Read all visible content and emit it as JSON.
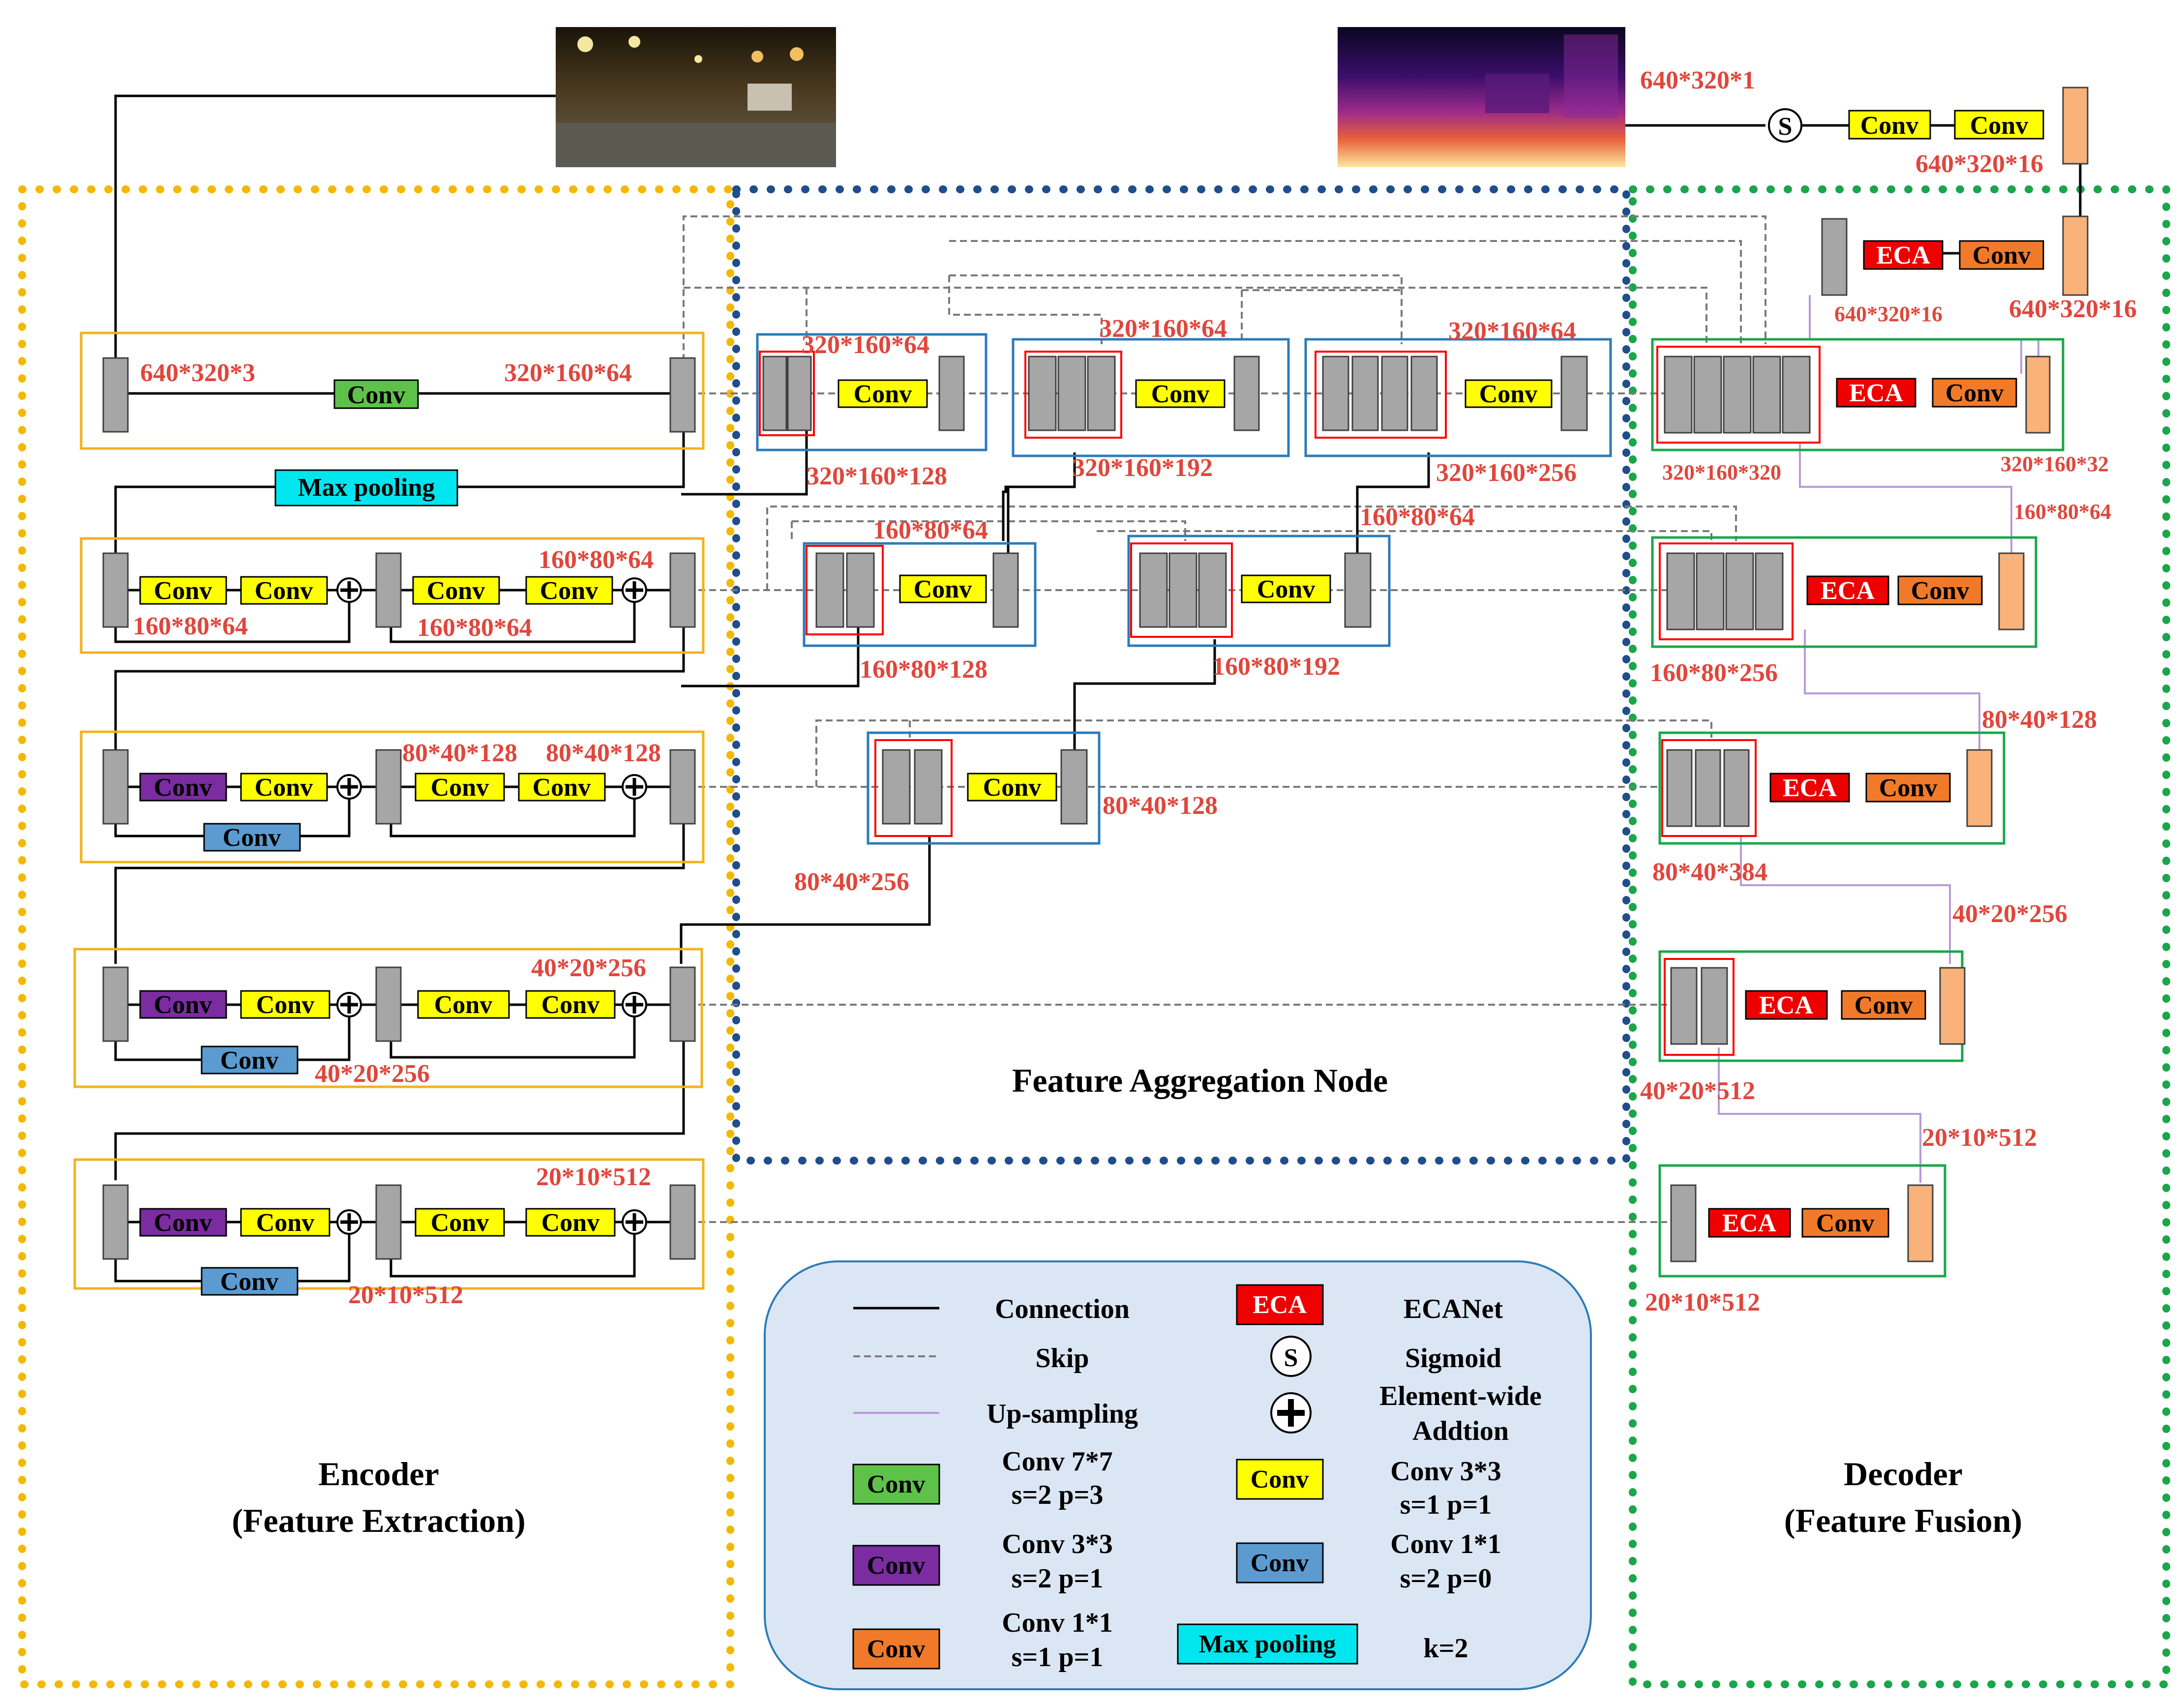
{
  "sections": {
    "encoder_title": "Encoder",
    "encoder_subtitle": "(Feature Extraction)",
    "aggregation_title": "Feature Aggregation Node",
    "decoder_title": "Decoder",
    "decoder_subtitle": "(Feature Fusion)"
  },
  "blocks": {
    "conv": "Conv",
    "eca": "ECA",
    "max_pooling": "Max pooling",
    "sigmoid": "S"
  },
  "dims": {
    "input": "640*320*3",
    "output": "640*320*1",
    "out16a": "640*320*16",
    "out16b": "640*320*16",
    "out16c": "640*320*16",
    "e0_in": "640*320*3",
    "e0_out": "320*160*64",
    "e1_a": "160*80*64",
    "e1_b": "160*80*64",
    "e1_out": "160*80*64",
    "e2_a": "80*40*128",
    "e2_b": "80*40*128",
    "e3_out": "40*20*256",
    "e3_b": "40*20*256",
    "e4_out": "20*10*512",
    "e4_b": "20*10*512",
    "a1_top": "320*160*64",
    "a1_bot": "320*160*128",
    "a2_top": "320*160*64",
    "a2_bot": "320*160*192",
    "a3_top": "320*160*64",
    "a3_bot": "320*160*256",
    "b1_top": "160*80*64",
    "b1_bot": "160*80*128",
    "b2_top": "160*80*64",
    "b2_bot": "160*80*192",
    "c1_right": "80*40*128",
    "c1_bot": "80*40*256",
    "d1_in": "320*160*320",
    "d1_out": "320*160*32",
    "d2_up": "160*80*64",
    "d2_in": "160*80*256",
    "d3_up": "80*40*128",
    "d3_in": "80*40*384",
    "d4_up": "40*20*256",
    "d4_in": "40*20*512",
    "d5_up": "20*10*512",
    "d5_in": "20*10*512"
  },
  "legend": {
    "connection": "Connection",
    "skip": "Skip",
    "upsampling": "Up-sampling",
    "eca_label": "ECANet",
    "sigmoid_label": "Sigmoid",
    "addition_1": "Element-wide",
    "addition_2": "Addtion",
    "conv77_1": "Conv 7*7",
    "conv77_2": "s=2 p=3",
    "conv33s1_1": "Conv 3*3",
    "conv33s1_2": "s=1 p=1",
    "conv33s2_1": "Conv 3*3",
    "conv33s2_2": "s=2 p=1",
    "conv11s2_1": "Conv 1*1",
    "conv11s2_2": "s=2 p=0",
    "conv11s1_1": "Conv 1*1",
    "conv11s1_2": "s=1 p=1",
    "pool_label": "k=2"
  },
  "colors": {
    "encoder_border": "#f5b800",
    "aggregation_border": "#1f4e8c",
    "decoder_border": "#1aa64a",
    "enc_block_border": "#f2b31a",
    "agg_block_border": "#2b7bb9",
    "dec_block_border": "#1aa64a",
    "conv_green": "#5ec24a",
    "conv_yellow": "#ffff00",
    "conv_purple": "#7a2ca0",
    "conv_blue": "#5b9bd0",
    "conv_orange": "#f07a2a",
    "eca_red": "#ee0000",
    "pool_cyan": "#00e6ef",
    "feature_gray": "#a6a6a6",
    "decoder_out": "#f8b27a",
    "dim_red": "#e0463c",
    "upsample_purple": "#b89ad8",
    "legend_bg": "#dbe6f4"
  }
}
